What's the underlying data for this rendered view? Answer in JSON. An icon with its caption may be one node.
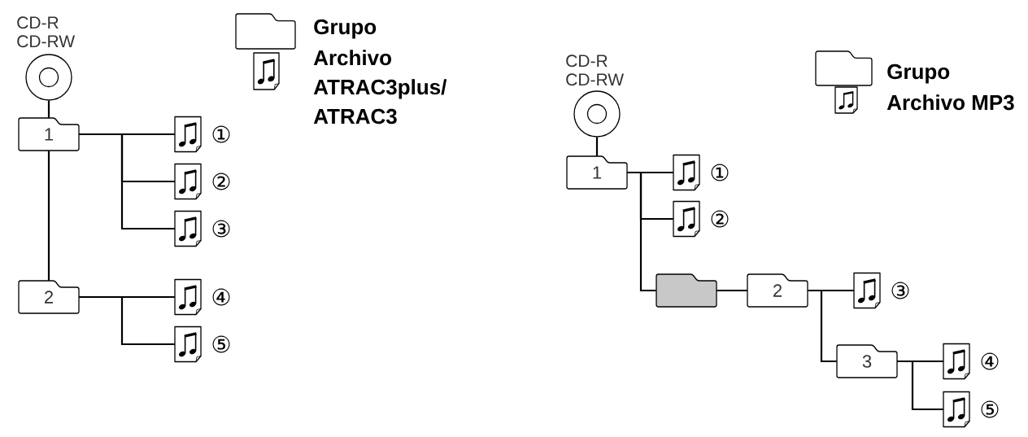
{
  "diagram": {
    "nodes": [
      {
        "text": [
          "CD-R CD-RW"
        ]
      },
      {
        "text": [
          "1"
        ]
      },
      {
        "text": [],
        "shape": "picture",
        "beside": [
          "①"
        ]
      },
      {
        "text": [],
        "shape": "picture",
        "beside": [
          "②"
        ]
      },
      {
        "text": [],
        "shape": "picture",
        "beside": [
          "③"
        ]
      },
      {
        "text": [
          "2"
        ]
      },
      {
        "text": [],
        "shape": "picture",
        "beside": [
          "④"
        ]
      },
      {
        "text": [],
        "shape": "picture",
        "beside": [
          "⑤"
        ]
      },
      {
        "text": [
          "CD-R CD-RW"
        ]
      },
      {
        "text": [
          "1"
        ]
      },
      {
        "text": [],
        "shape": "picture",
        "beside": [
          "①"
        ]
      },
      {
        "text": [],
        "shape": "picture",
        "beside": [
          "②"
        ]
      },
      {
        "text": [],
        "shape": "folder"
      },
      {
        "text": [
          "2"
        ]
      },
      {
        "text": [],
        "shape": "picture",
        "beside": [
          "③"
        ]
      },
      {
        "text": [
          "3"
        ]
      },
      {
        "text": [],
        "shape": "picture",
        "beside": [
          "④"
        ]
      },
      {
        "text": [],
        "shape": "picture",
        "beside": [
          "⑤"
        ]
      }
    ],
    "edges": [
      {
        "from": 0,
        "to": 1,
        "arrow": "none"
      },
      {
        "from": 1,
        "to": 2,
        "arrow": "none"
      },
      {
        "from": 1,
        "to": 3,
        "arrow": "none"
      },
      {
        "from": 1,
        "to": 4,
        "arrow": "none"
      },
      {
        "from": 1,
        "to": 5,
        "arrow": "none"
      },
      {
        "from": 5,
        "to": 6,
        "arrow": "none"
      },
      {
        "from": 5,
        "to": 7,
        "arrow": "none"
      },
      {
        "from": 8,
        "to": 9,
        "arrow": "none"
      },
      {
        "from": 9,
        "to": 10,
        "arrow": "none"
      },
      {
        "from": 9,
        "to": 11,
        "arrow": "none"
      },
      {
        "from": 9,
        "to": 12,
        "arrow": "none"
      },
      {
        "from": 12,
        "to": 13,
        "arrow": "none"
      },
      {
        "from": 13,
        "to": 14,
        "arrow": "none"
      },
      {
        "from": 13,
        "to": 15,
        "arrow": "none"
      },
      {
        "from": 15,
        "to": 16,
        "arrow": "none"
      },
      {
        "from": 15,
        "to": 17,
        "arrow": "none"
      }
    ],
    "legend": [
      {
        "text": "Grupo"
      },
      {
        "text": "Archivo ATRAC3plus/ ATRAC3"
      },
      {
        "text": "Grupo"
      },
      {
        "text": "Archivo MP3"
      }
    ]
  }
}
